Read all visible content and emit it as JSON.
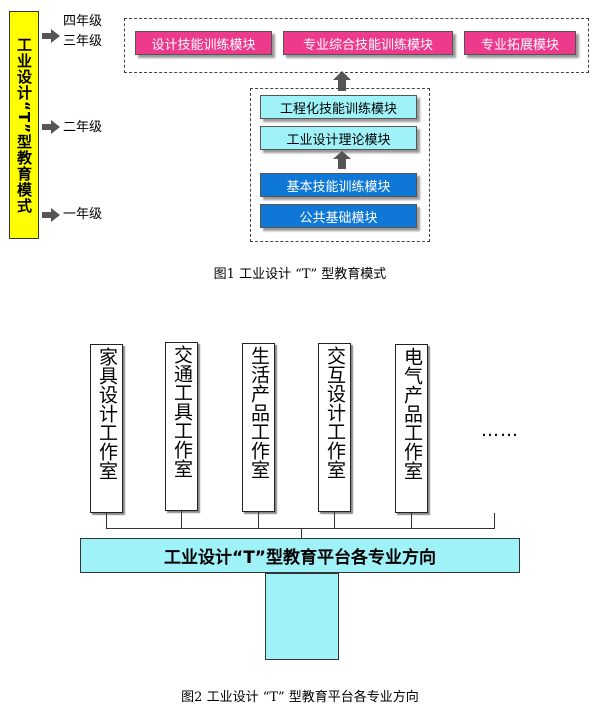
{
  "figure1": {
    "vertical_title": "工业设计“T”型教育模式",
    "grades": {
      "grade4": "四年级",
      "grade3": "三年级",
      "grade2": "二年级",
      "grade1": "一年级"
    },
    "top_modules": [
      "设计技能训练模块",
      "专业综合技能训练模块",
      "专业拓展模块"
    ],
    "base_modules": {
      "engineering": "工程化技能训练模块",
      "theory": "工业设计理论模块",
      "basic_skills": "基本技能训练模块",
      "public_basic": "公共基础模块"
    },
    "caption": "图1 工业设计 “T” 型教育模式",
    "colors": {
      "title_bar": "#ffff00",
      "top_module": "#ee3a8c",
      "light_module": "#9ff2f7",
      "dark_module": "#0f78d6"
    }
  },
  "figure2": {
    "studios": [
      "家具设计工作室",
      "交通工具工作室",
      "生活产品工作室",
      "交互设计工作室",
      "电气产品工作室"
    ],
    "ellipsis": "……",
    "platform": "工业设计“T”型教育平台各专业方向",
    "caption": "图2 工业设计 “T” 型教育平台各专业方向",
    "colors": {
      "platform": "#9ff2f7"
    }
  }
}
